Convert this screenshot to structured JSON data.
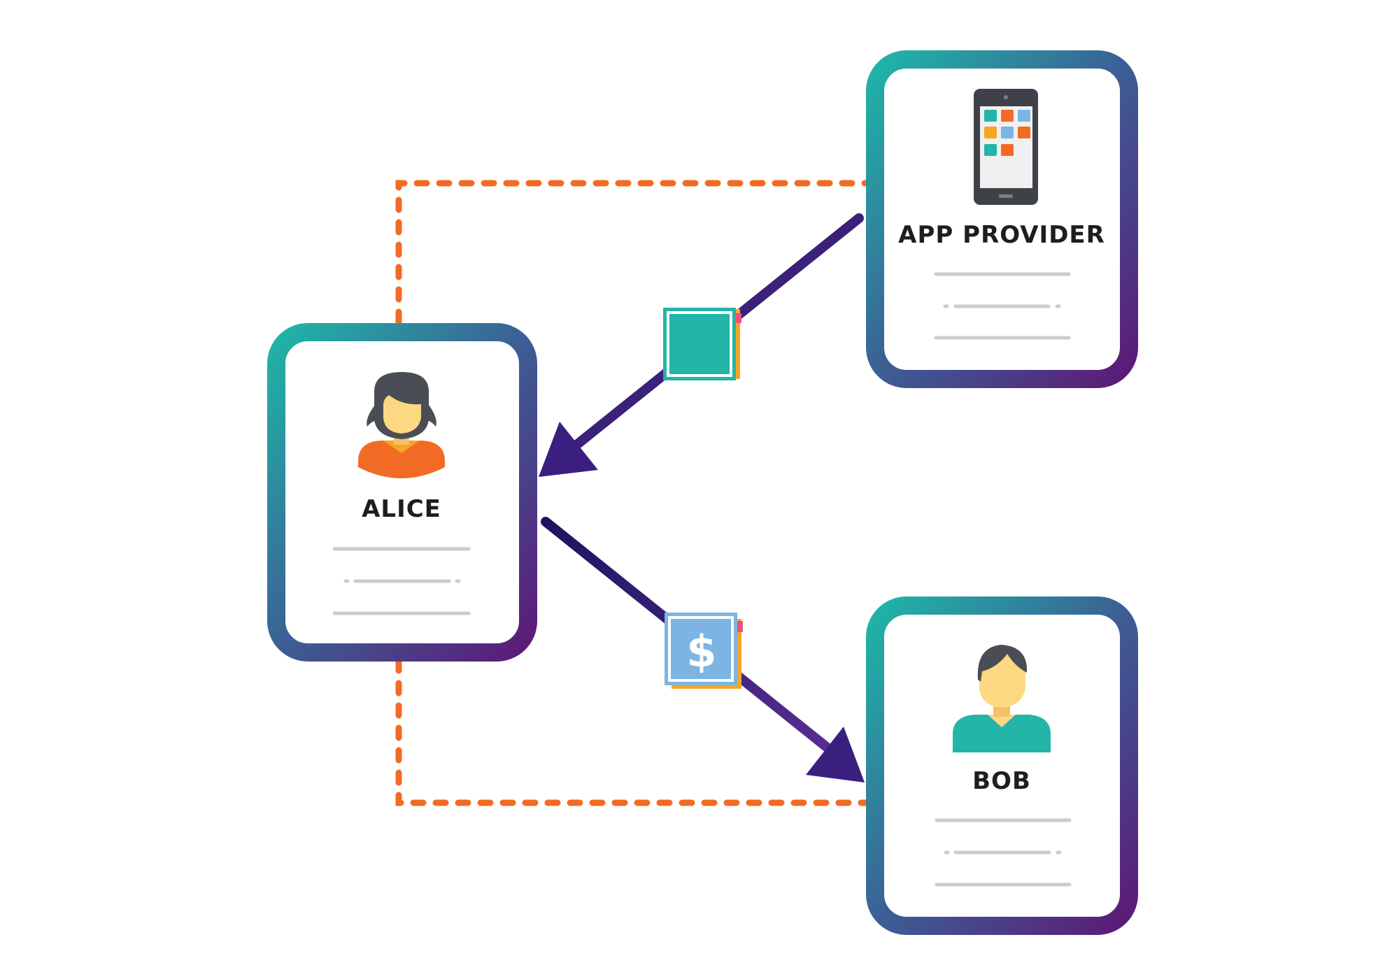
{
  "cards": {
    "app_provider": {
      "label": "APP PROVIDER",
      "icon": "smartphone-icon"
    },
    "alice": {
      "label": "ALICE",
      "icon": "woman-avatar-icon"
    },
    "bob": {
      "label": "BOB",
      "icon": "man-avatar-icon"
    }
  },
  "tokens": {
    "app_token": {
      "icon": "app-token-icon"
    },
    "payment_token": {
      "symbol": "$",
      "icon": "dollar-token-icon"
    }
  },
  "colors": {
    "gradient_start": "#1fb5a8",
    "gradient_end": "#5c1a78",
    "arrow": "#2d1a6e",
    "dashed_line": "#f26b25",
    "placeholder_line": "#cccccc",
    "teal": "#22b5a8",
    "orange": "#f26b25",
    "yellow": "#f5a623",
    "light_blue": "#7cb5e3",
    "skin": "#fcd882",
    "hair": "#4a4e54"
  }
}
